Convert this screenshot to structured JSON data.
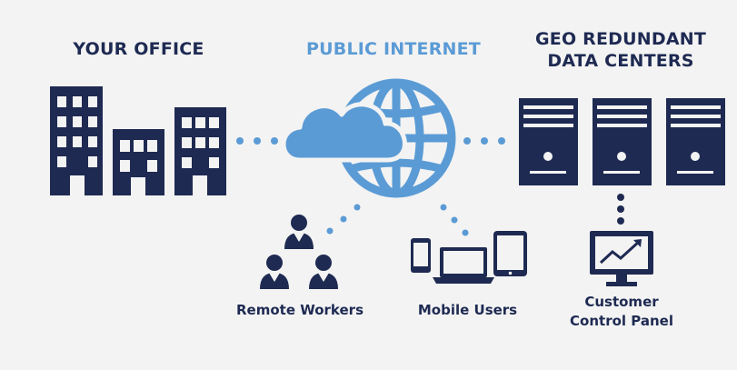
{
  "headings": {
    "office": "YOUR OFFICE",
    "internet": "PUBLIC INTERNET",
    "datacenters_line1": "GEO REDUNDANT",
    "datacenters_line2": "DATA CENTERS"
  },
  "labels": {
    "remote_workers": "Remote Workers",
    "mobile_users": "Mobile Users",
    "control_panel_line1": "Customer",
    "control_panel_line2": "Control Panel"
  },
  "colors": {
    "navy": "#1e2a52",
    "blue": "#5b9bd5",
    "background": "#f3f3f3"
  },
  "icons": [
    "office-buildings-icon",
    "globe-icon",
    "cloud-icon",
    "server-icon",
    "users-icon",
    "devices-icon",
    "monitor-chart-icon"
  ]
}
